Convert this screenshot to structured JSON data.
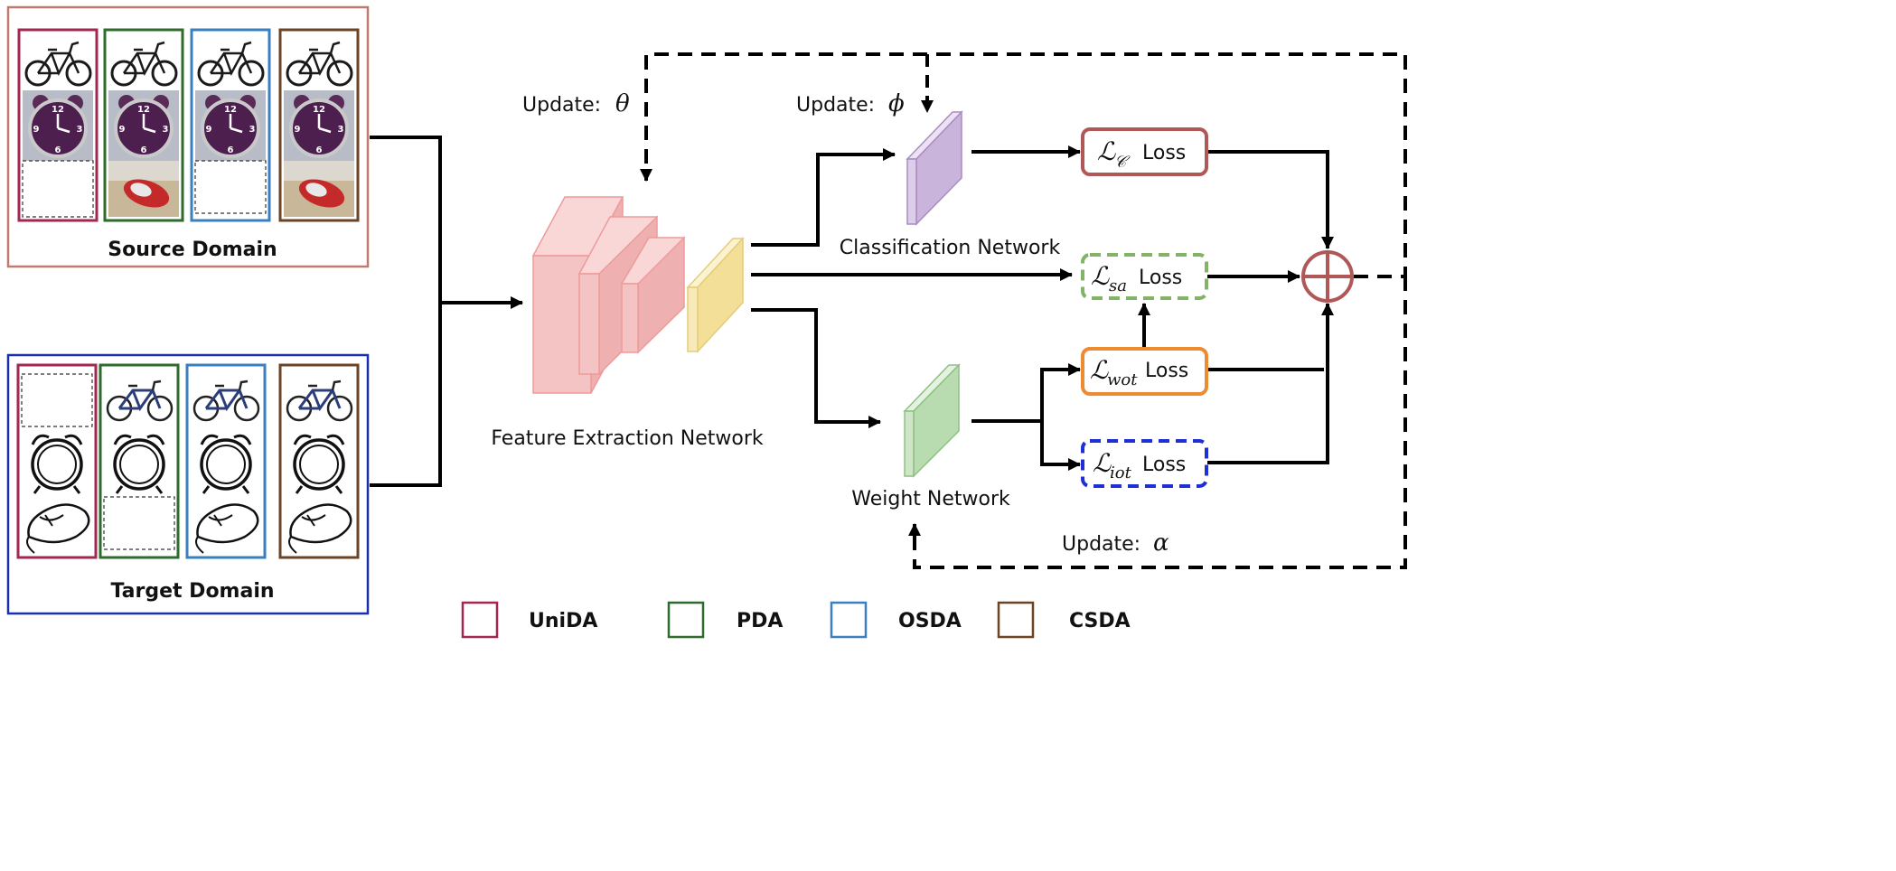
{
  "source_domain": {
    "label": "Source Domain",
    "columns": [
      {
        "setting": "UniDA",
        "items": [
          "bicycle-photo",
          "alarm-clock-photo",
          "empty-slot"
        ]
      },
      {
        "setting": "PDA",
        "items": [
          "bicycle-photo",
          "alarm-clock-photo",
          "mouse-photo"
        ]
      },
      {
        "setting": "OSDA",
        "items": [
          "bicycle-photo",
          "alarm-clock-photo",
          "empty-slot"
        ]
      },
      {
        "setting": "CSDA",
        "items": [
          "bicycle-photo",
          "alarm-clock-photo",
          "mouse-photo"
        ]
      }
    ]
  },
  "target_domain": {
    "label": "Target Domain",
    "columns": [
      {
        "setting": "UniDA",
        "items": [
          "empty-slot",
          "alarm-clock-sketch",
          "mouse-sketch"
        ]
      },
      {
        "setting": "PDA",
        "items": [
          "bicycle-sketch",
          "alarm-clock-sketch",
          "empty-slot"
        ]
      },
      {
        "setting": "OSDA",
        "items": [
          "bicycle-sketch",
          "alarm-clock-sketch",
          "mouse-sketch"
        ]
      },
      {
        "setting": "CSDA",
        "items": [
          "bicycle-sketch",
          "alarm-clock-sketch",
          "mouse-sketch"
        ]
      }
    ]
  },
  "networks": {
    "feature_extraction": "Feature Extraction Network",
    "classification": "Classification Network",
    "weight": "Weight Network"
  },
  "updates": {
    "theta": {
      "prefix": "Update:",
      "symbol": "θ"
    },
    "phi": {
      "prefix": "Update:",
      "symbol": "ϕ"
    },
    "alpha": {
      "prefix": "Update:",
      "symbol": "α"
    }
  },
  "losses": {
    "c": {
      "symbol": "ℒ",
      "sub": "𝒞",
      "word": "Loss",
      "color": "#b05858",
      "style": "solid"
    },
    "sa": {
      "symbol": "ℒ",
      "sub": "sa",
      "word": "Loss",
      "color": "#82b366",
      "style": "dashed"
    },
    "wot": {
      "symbol": "ℒ",
      "sub": "wot",
      "word": "Loss",
      "color": "#ee8a30",
      "style": "solid"
    },
    "iot": {
      "symbol": "ℒ",
      "sub": "iot",
      "word": "Loss",
      "color": "#1f2fd6",
      "style": "dashed"
    }
  },
  "legend": [
    {
      "label": "UniDA",
      "color": "#a3284f"
    },
    {
      "label": "PDA",
      "color": "#2f6b2a"
    },
    {
      "label": "OSDA",
      "color": "#3a7fc0"
    },
    {
      "label": "CSDA",
      "color": "#6b4425"
    }
  ],
  "colors": {
    "source_border": "#c07a6f",
    "target_border": "#1b2fa8",
    "feature_block": "#f4c4c4",
    "feature_out": "#f8eab8",
    "classifier_block": "#dccde8",
    "weight_block": "#cfe5c8",
    "sum_node": "#b05858"
  },
  "icons": [
    "bicycle-icon",
    "alarm-clock-icon",
    "computer-mouse-icon",
    "sum-node-icon"
  ]
}
